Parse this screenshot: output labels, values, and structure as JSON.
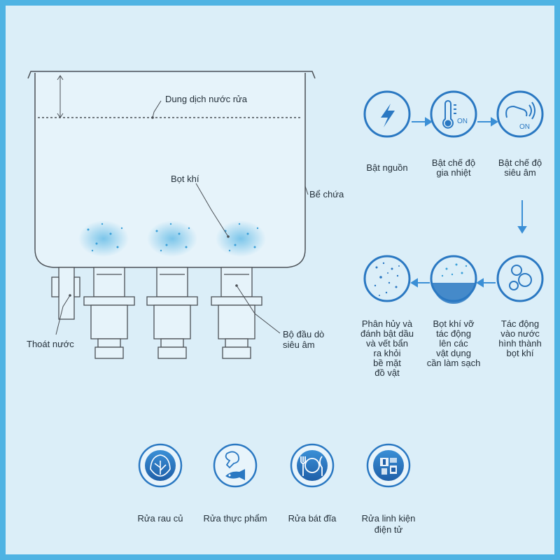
{
  "tank": {
    "solution_label": "Dung dịch nước rửa",
    "bubble_label": "Bọt khí",
    "tank_label": "Bể chứa",
    "drain_label": "Thoát nước",
    "transducer_label": "Bộ đầu dò\nsiêu âm"
  },
  "process": {
    "steps": [
      {
        "label": "Bật nguồn",
        "icon": "lightning-icon"
      },
      {
        "label": "Bật chế độ\ngia nhiệt",
        "icon": "thermometer-icon",
        "badge": "ON"
      },
      {
        "label": "Bật chế độ\nsiêu âm",
        "icon": "ultrasonic-icon",
        "badge": "ON"
      },
      {
        "label": "Tác động\nvào nước\nhình thành\nbọt khí",
        "icon": "bubbles-icon"
      },
      {
        "label": "Bọt khí vỡ\ntác động\nlên các\nvật dụng\ncần làm sạch",
        "icon": "bursting-bubbles-icon"
      },
      {
        "label": "Phân hủy và\nđánh bật dầu\nvà vết bẩn\nra khỏi\nbề mặt\nđồ vật",
        "icon": "particles-icon"
      }
    ]
  },
  "applications": [
    {
      "label": "Rửa rau củ",
      "icon": "cabbage-icon"
    },
    {
      "label": "Rửa thực phẩm",
      "icon": "meat-fish-icon"
    },
    {
      "label": "Rửa bát đĩa",
      "icon": "plate-cutlery-icon"
    },
    {
      "label": "Rửa linh kiện\nđiện tử",
      "icon": "circuit-board-icon"
    }
  ],
  "colors": {
    "accent": "#2a78c2",
    "frame": "#4fb3e3",
    "background": "#dbeef8",
    "line": "#4a4f55"
  }
}
